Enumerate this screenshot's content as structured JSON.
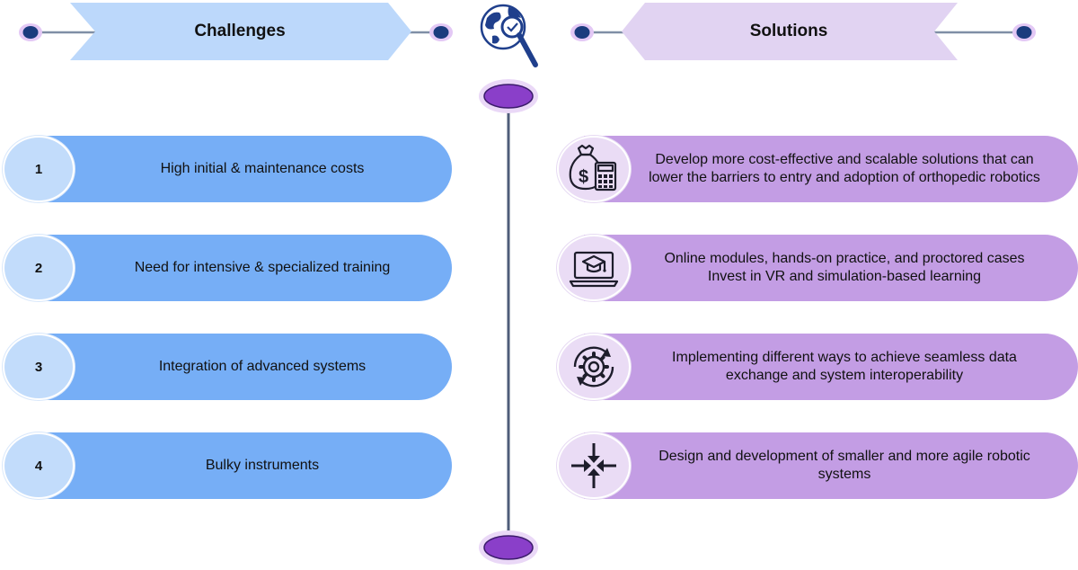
{
  "header": {
    "challenges_title": "Challenges",
    "solutions_title": "Solutions"
  },
  "challenges": [
    {
      "number": "1",
      "text": "High initial & maintenance costs"
    },
    {
      "number": "2",
      "text": "Need for intensive & specialized training"
    },
    {
      "number": "3",
      "text": "Integration of advanced systems"
    },
    {
      "number": "4",
      "text": "Bulky instruments"
    }
  ],
  "solutions": [
    {
      "icon": "money-bag-calculator-icon",
      "line1": "Develop more cost-effective and scalable solutions that can",
      "line2": "lower the barriers to entry and adoption of orthopedic robotics"
    },
    {
      "icon": "laptop-graduation-cap-icon",
      "line1": "Online modules, hands-on practice, and proctored cases",
      "line2": "Invest in VR and simulation-based learning"
    },
    {
      "icon": "gear-sync-icon",
      "line1": "Implementing  different ways to achieve seamless data",
      "line2": "exchange and system interoperability"
    },
    {
      "icon": "compress-arrows-icon",
      "line1": "Design and development of smaller and more agile robotic",
      "line2": "systems"
    }
  ],
  "center_icon": "globe-magnifier-icon",
  "colors": {
    "challenge_pill": "#76aef6",
    "challenge_circle": "#c2dcfb",
    "challenge_banner": "#bcd8fb",
    "solution_pill": "#c39de4",
    "solution_circle": "#eadcf5",
    "solution_banner": "#e1d3f2",
    "timeline_node": "#8a3fc9",
    "connector_dot": "#1a3c7e"
  }
}
